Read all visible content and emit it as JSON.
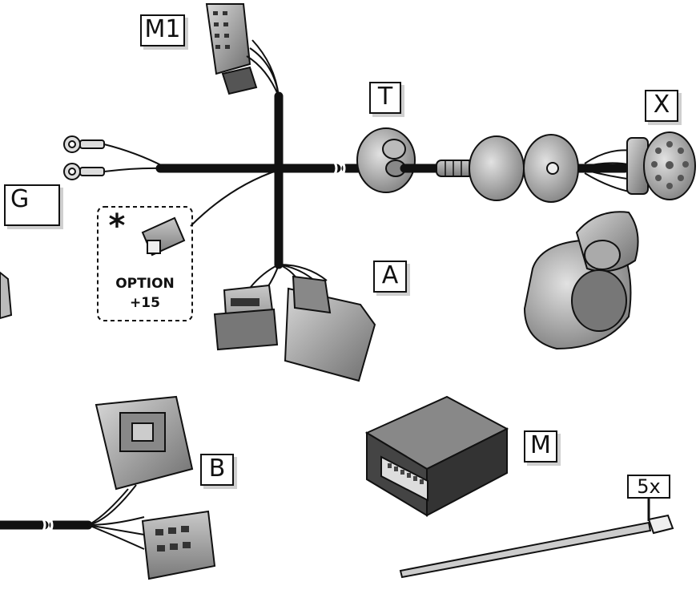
{
  "labels": {
    "m1": "M1",
    "t": "T",
    "x": "X",
    "g": "G",
    "a": "A",
    "b": "B",
    "m": "M",
    "qty": "5x"
  },
  "option_box": {
    "star": "*",
    "line1": "OPTION",
    "line2": "+15"
  },
  "icons": [
    "ground-symbol-icon"
  ],
  "colors": {
    "cable": "#111111",
    "part_fill": "#9a9a9a",
    "part_dark": "#555555"
  }
}
